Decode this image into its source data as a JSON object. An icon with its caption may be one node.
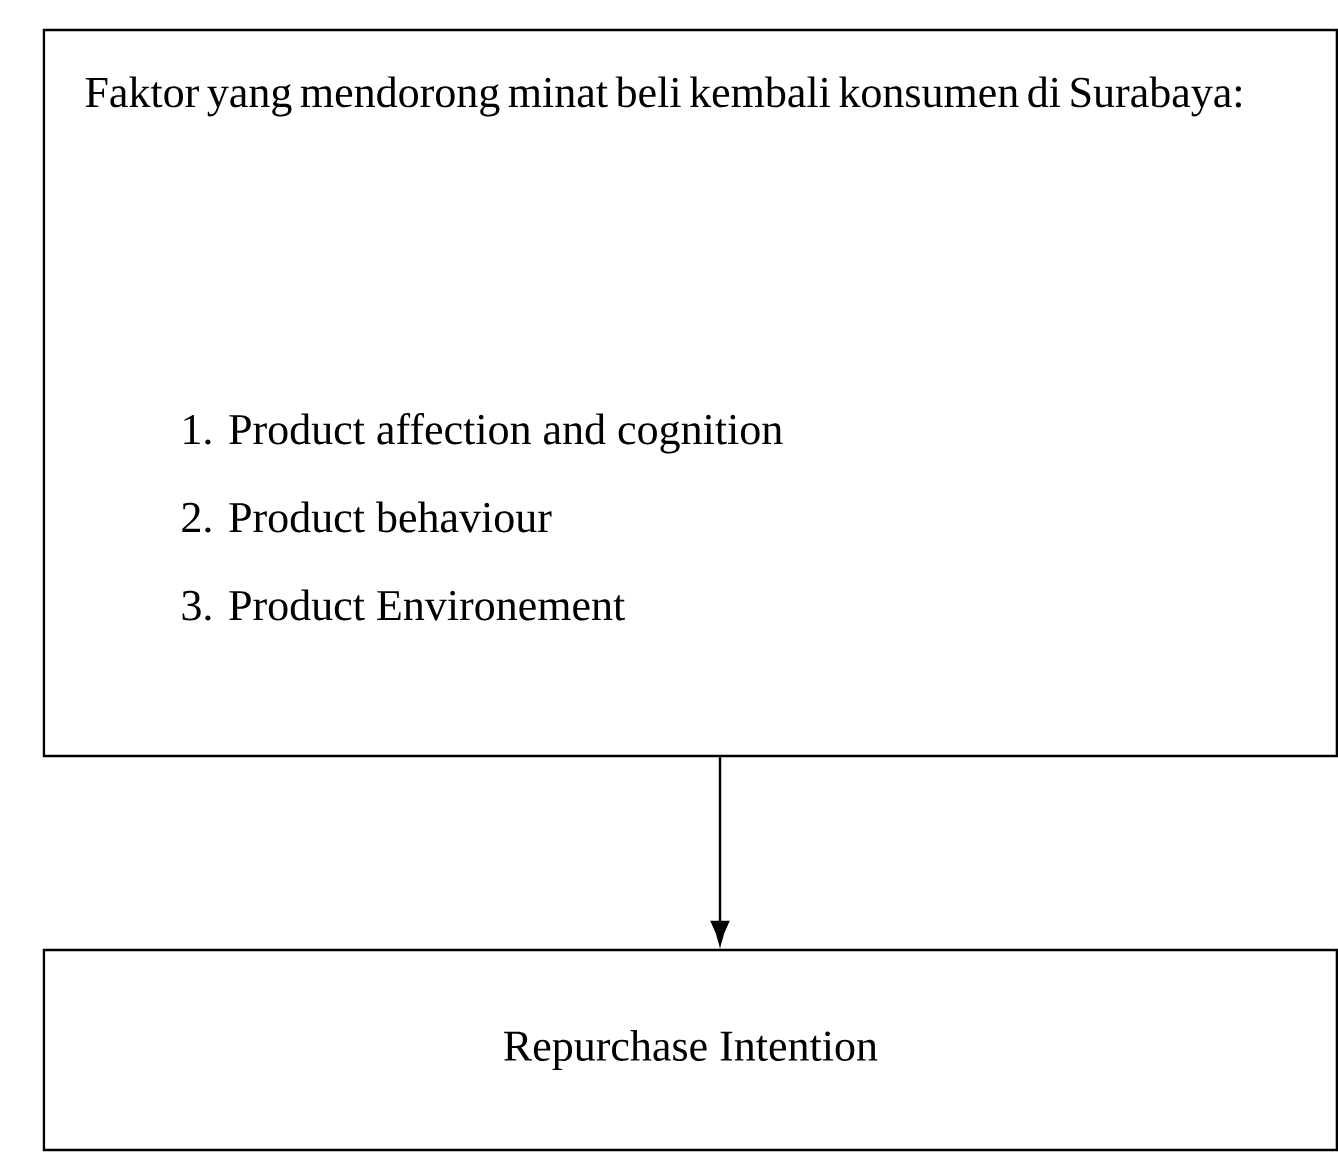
{
  "diagram": {
    "nodes": [
      {
        "text": [
          "Faktor yang mendorong minat beli kembali konsumen di Surabaya:",
          "1. Product affection and cognition",
          "2. Product behaviour",
          "3. Product Environement"
        ]
      },
      {
        "text": [
          "Repurchase Intention"
        ]
      }
    ],
    "edges": [
      {
        "from": 0,
        "to": 1,
        "arrow": "to"
      }
    ]
  }
}
